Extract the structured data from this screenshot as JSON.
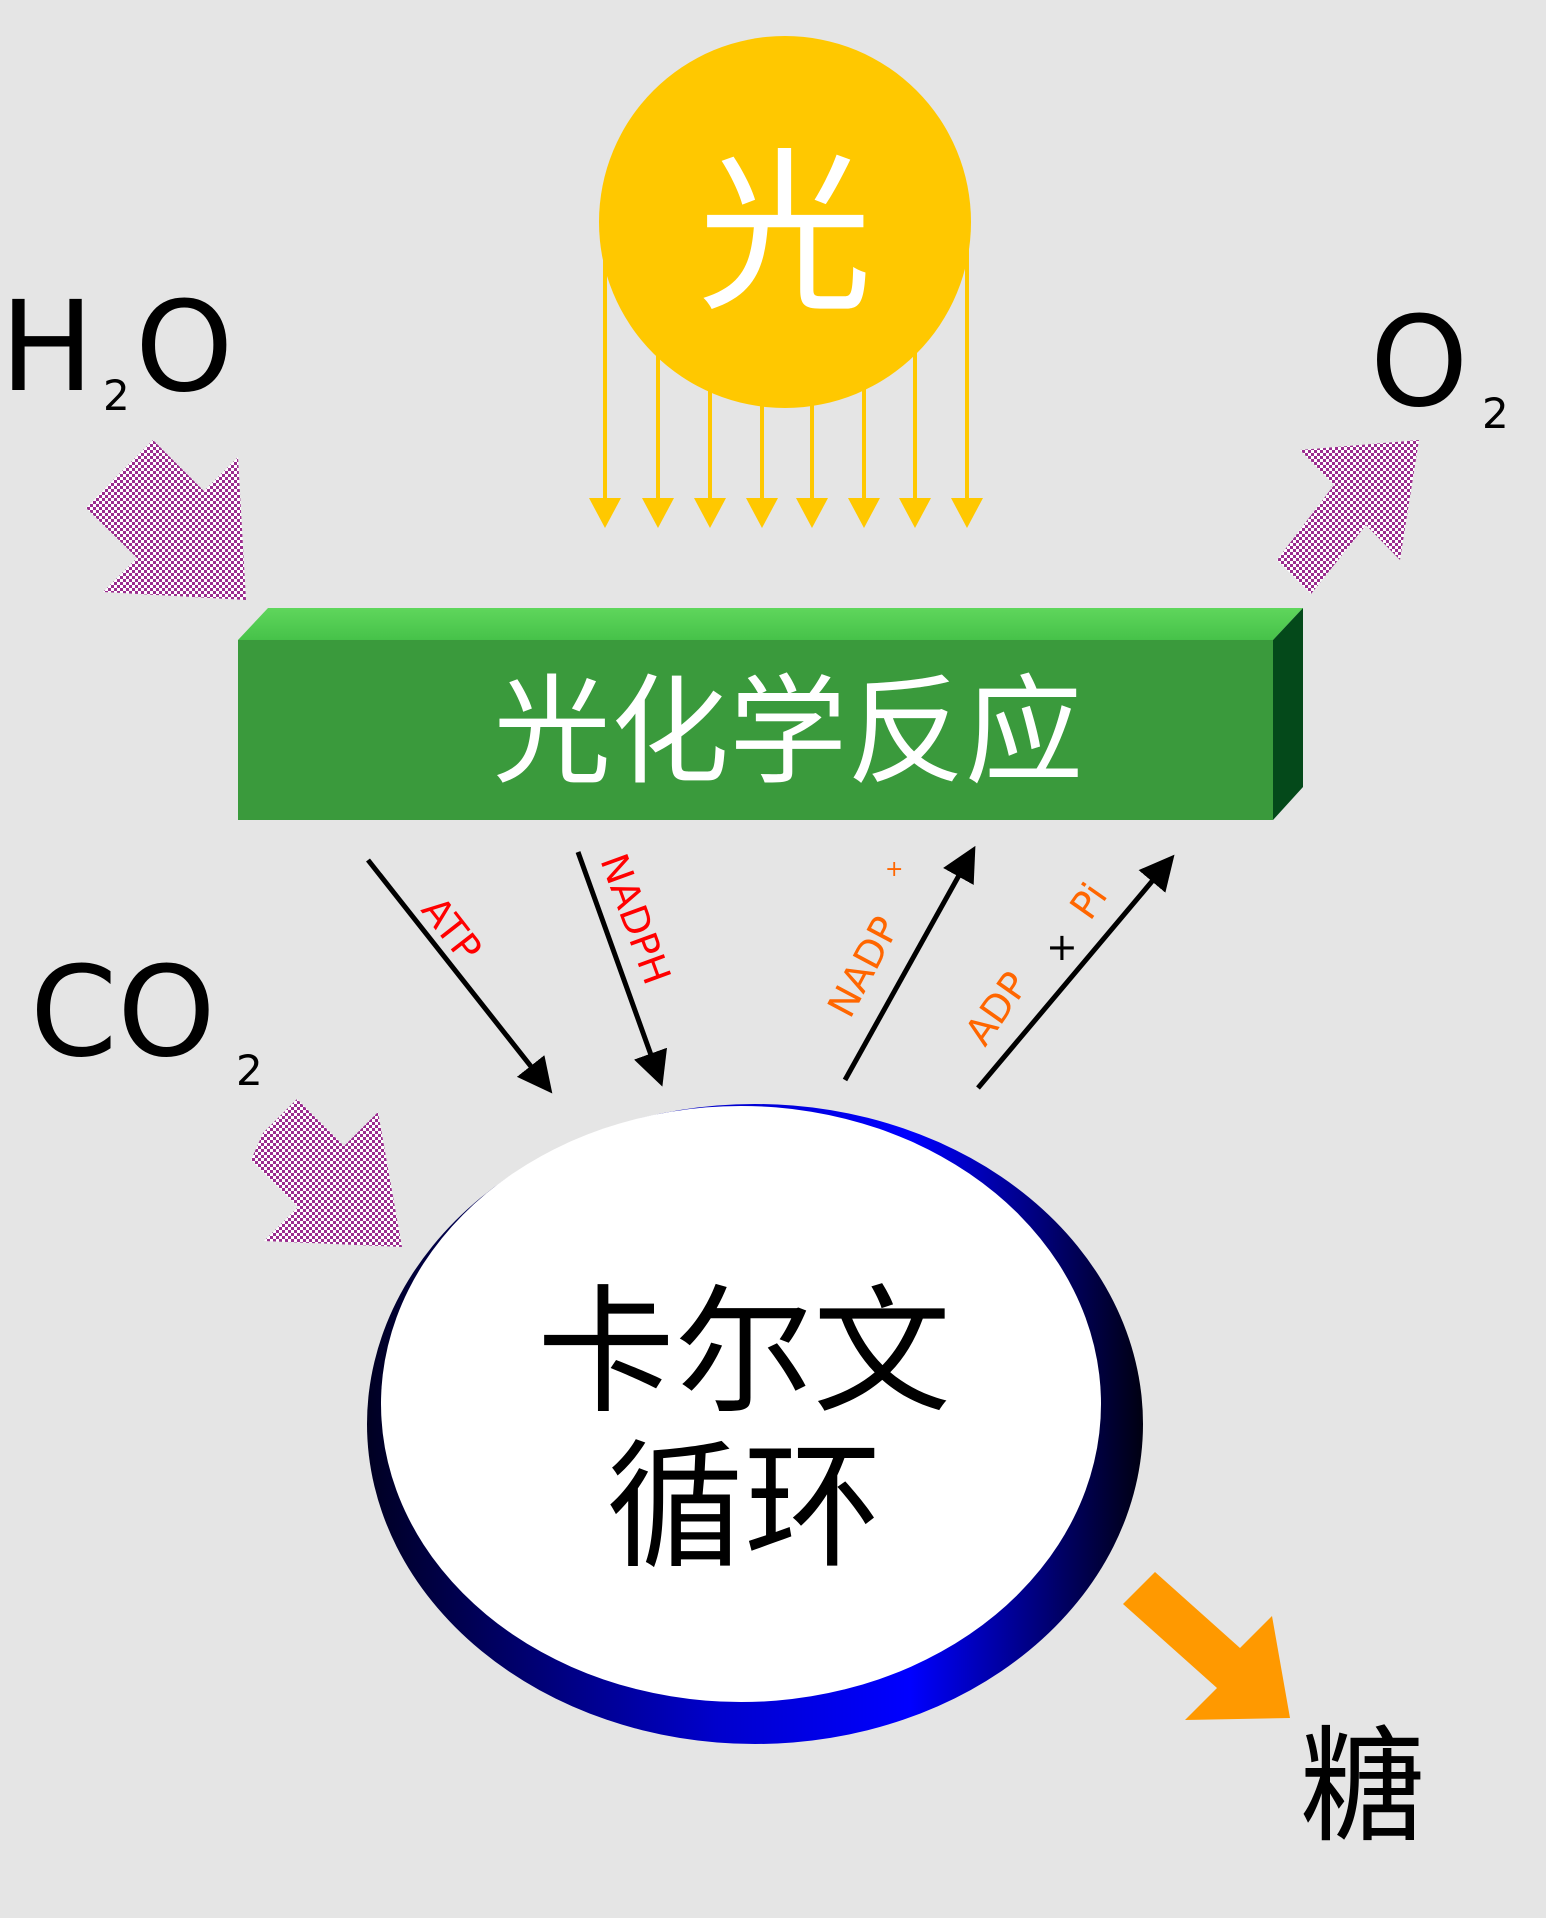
{
  "sun": {
    "label": "光",
    "color": "#ffc800"
  },
  "photochem": {
    "label": "光化学反应",
    "color": "#3a9a3c"
  },
  "calvin": {
    "line1": "卡尔文",
    "line2": "循环",
    "ring_color": "#0000dd"
  },
  "inputs": {
    "water": {
      "main_h": "H",
      "sub": "2",
      "main_o": "O"
    },
    "co2": {
      "main": "CO",
      "sub": "2"
    }
  },
  "outputs": {
    "oxygen": {
      "main": "O",
      "sub": "2"
    },
    "sugar": {
      "label": "糖"
    }
  },
  "flows": {
    "atp": {
      "label": "ATP",
      "color": "#ff0000"
    },
    "nadph": {
      "label": "NADPH",
      "color": "#ff0000"
    },
    "nadp_plus": {
      "label": "NADP",
      "sup": "+",
      "color": "#ff6600"
    },
    "adp": {
      "label_adp": "ADP",
      "plus": "+",
      "label_pi": "Pi",
      "color": "#ff6600"
    }
  },
  "colors": {
    "background": "#e5e5e5",
    "checker_arrow": "#9b2d8f",
    "sugar_arrow": "#ff9900",
    "arrow_line": "#000000"
  }
}
